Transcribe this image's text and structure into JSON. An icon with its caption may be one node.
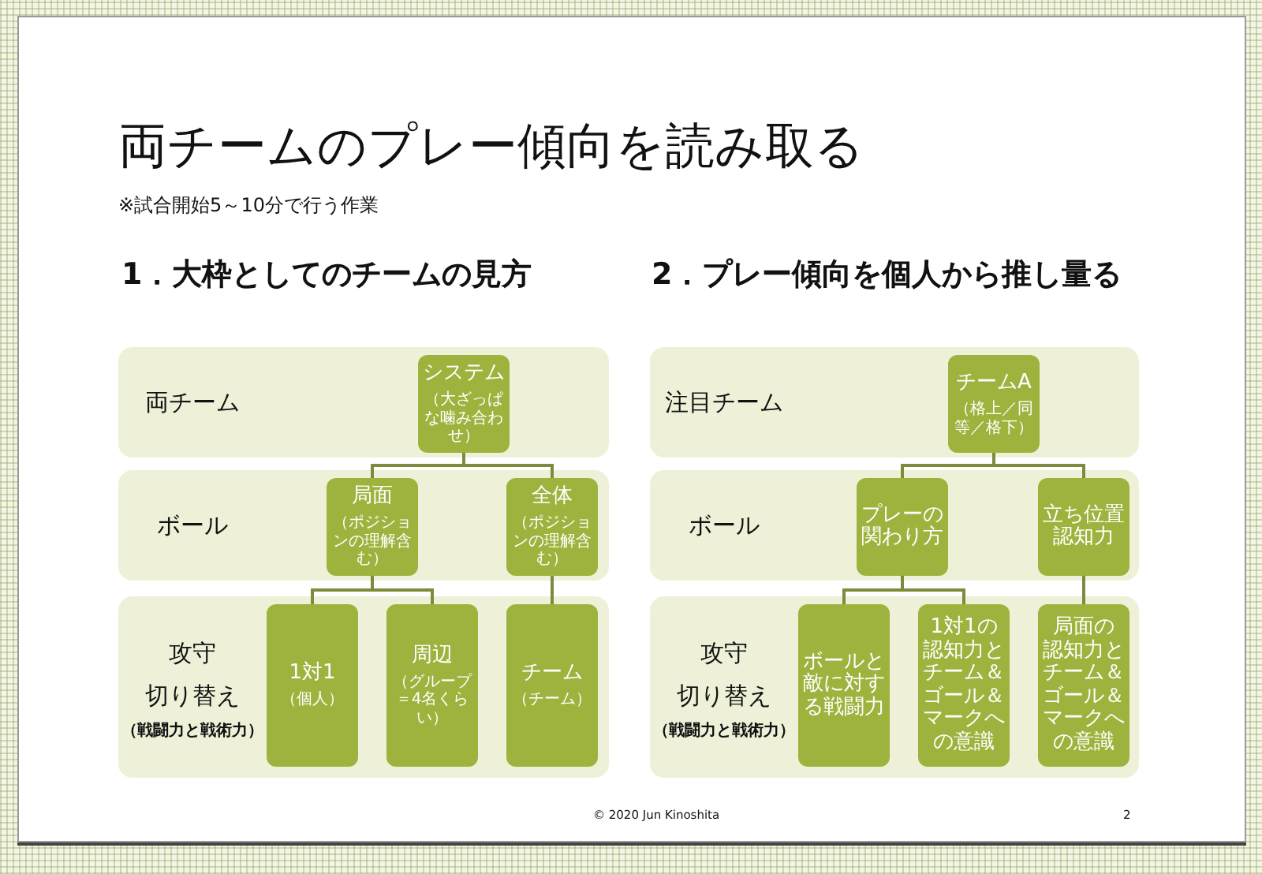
{
  "diagram": {
    "title": "両チームのプレー傾向を読み取る",
    "nodes": [
      {
        "text": [
          "両チーム"
        ]
      },
      {
        "text": [
          "システム",
          "（大ざっぱな噛み合わせ）"
        ],
        "in": 0
      },
      {
        "text": [
          "ボール"
        ]
      },
      {
        "text": [
          "局面",
          "（ポジションの理解含む）"
        ],
        "in": 2
      },
      {
        "text": [
          "全体",
          "（ポジションの理解含む）"
        ],
        "in": 2
      },
      {
        "text": [
          "攻守切り替え",
          "（戦闘力と戦術力）"
        ]
      },
      {
        "text": [
          "1対1",
          "（個人）"
        ],
        "in": 5
      },
      {
        "text": [
          "周辺",
          "（グループ＝4名くらい）"
        ],
        "in": 5
      },
      {
        "text": [
          "チーム",
          "（チーム）"
        ],
        "in": 5
      },
      {
        "text": [
          "注目チーム"
        ]
      },
      {
        "text": [
          "チームA",
          "（格上／同等／格下）"
        ],
        "in": 9
      },
      {
        "text": [
          "ボール"
        ]
      },
      {
        "text": [
          "プレーの関わり方"
        ],
        "in": 11
      },
      {
        "text": [
          "立ち位置認知力"
        ],
        "in": 11
      },
      {
        "text": [
          "攻守切り替え",
          "（戦闘力と戦術力）"
        ]
      },
      {
        "text": [
          "ボールと敵に対する戦闘力"
        ],
        "in": 14
      },
      {
        "text": [
          "1対1の認知力とチーム＆ゴール＆マークへの意識"
        ],
        "in": 14
      },
      {
        "text": [
          "局面の認知力とチーム＆ゴール＆マークへの意識"
        ],
        "in": 14
      }
    ],
    "edges": [
      {
        "from": 1,
        "to": 3,
        "arrow": "none"
      },
      {
        "from": 1,
        "to": 4,
        "arrow": "none"
      },
      {
        "from": 3,
        "to": 6,
        "arrow": "none"
      },
      {
        "from": 3,
        "to": 7,
        "arrow": "none"
      },
      {
        "from": 4,
        "to": 8,
        "arrow": "none"
      },
      {
        "from": 10,
        "to": 12,
        "arrow": "none"
      },
      {
        "from": 10,
        "to": 13,
        "arrow": "none"
      },
      {
        "from": 12,
        "to": 15,
        "arrow": "none"
      },
      {
        "from": 12,
        "to": 16,
        "arrow": "none"
      },
      {
        "from": 13,
        "to": 17,
        "arrow": "none"
      }
    ],
    "labels": [
      "※試合開始5～10分で行う作業",
      "1．大枠としてのチームの見方",
      "2．プレー傾向を個人から推し量る",
      "© 2020 Jun Kinoshita",
      "2"
    ]
  }
}
